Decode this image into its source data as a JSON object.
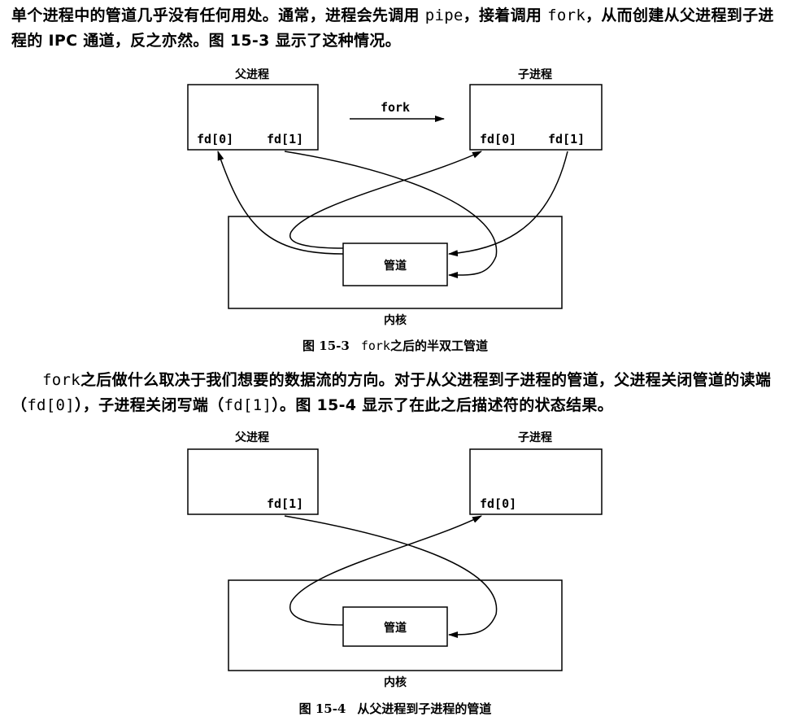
{
  "para1": {
    "t1": "单个进程中的管道几乎没有任何用处。通常，进程会先调用 ",
    "c1": "pipe",
    "t2": "，接着调用 ",
    "c2": "fork",
    "t3": "，从而创建从父进程到子进程的 IPC 通道，反之亦然。图 15-3 显示了这种情况。"
  },
  "fig1": {
    "parent_label": "父进程",
    "child_label": "子进程",
    "fork_label": "fork",
    "parent_fd0": "fd[0]",
    "parent_fd1": "fd[1]",
    "child_fd0": "fd[0]",
    "child_fd1": "fd[1]",
    "pipe_label": "管道",
    "kernel_label": "内核",
    "caption_num": "图 15-3",
    "caption_code": "fork",
    "caption_text": "之后的半双工管道"
  },
  "para2": {
    "c1": "fork",
    "t1": "之后做什么取决于我们想要的数据流的方向。对于从父进程到子进程的管道，父进程关闭管道的读端（",
    "c2": "fd[0]",
    "t2": "），子进程关闭写端（",
    "c3": "fd[1]",
    "t3": "）。图 15-4 显示了在此之后描述符的状态结果。"
  },
  "fig2": {
    "parent_label": "父进程",
    "child_label": "子进程",
    "parent_fd1": "fd[1]",
    "child_fd0": "fd[0]",
    "pipe_label": "管道",
    "kernel_label": "内核",
    "caption_num": "图 15-4",
    "caption_text": "从父进程到子进程的管道"
  }
}
